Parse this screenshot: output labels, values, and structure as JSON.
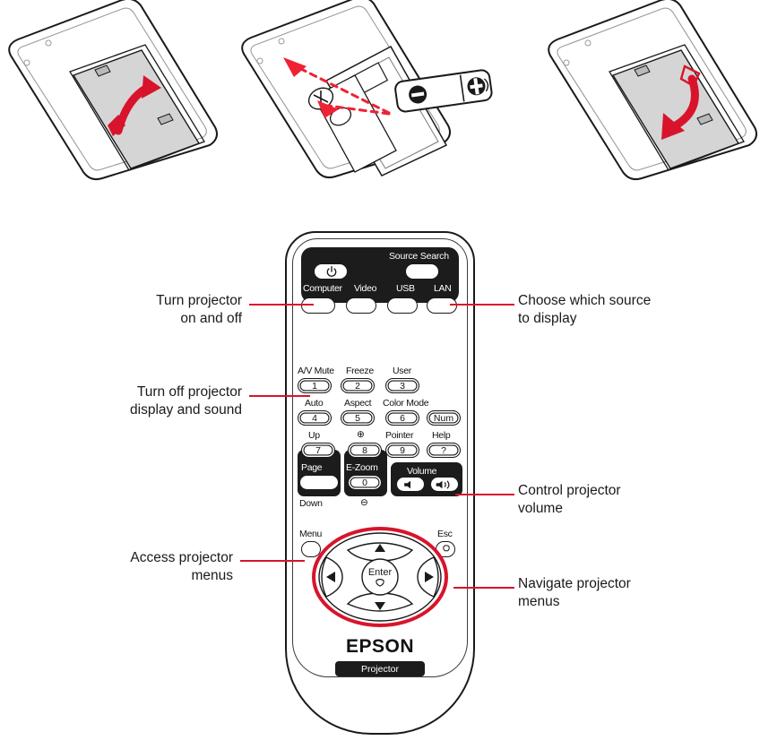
{
  "illustration": {
    "title": "Epson projector remote control with battery installation steps",
    "accent_color": "#d8142c",
    "line_color": "#1a1a1a",
    "panel_color": "#1c1c1c"
  },
  "battery_steps": [
    {
      "id": "step-open-cover",
      "caption": "",
      "action": "open battery cover",
      "arrow": "curved-up"
    },
    {
      "id": "step-insert-batteries",
      "caption": "",
      "action": "insert batteries observing polarity",
      "arrow": "dashed-diagonal",
      "polarity": [
        "+",
        "−"
      ]
    },
    {
      "id": "step-close-cover",
      "caption": "",
      "action": "close battery cover",
      "arrow": "curved-down"
    }
  ],
  "remote": {
    "brand": "EPSON",
    "product_label": "Projector",
    "top_panel": {
      "source_search_label": "Source Search",
      "power_icon": "power-icon",
      "source_buttons": [
        {
          "label": "Computer"
        },
        {
          "label": "Video"
        },
        {
          "label": "USB"
        },
        {
          "label": "LAN"
        }
      ]
    },
    "keypad": {
      "row1": [
        {
          "label": "A/V Mute",
          "key": "1"
        },
        {
          "label": "Freeze",
          "key": "2"
        },
        {
          "label": "User",
          "key": "3"
        }
      ],
      "row2": [
        {
          "label": "Auto",
          "key": "4"
        },
        {
          "label": "Aspect",
          "key": "5"
        },
        {
          "label": "Color Mode",
          "key": "6"
        },
        {
          "label": "",
          "key": "Num"
        }
      ],
      "row3": [
        {
          "label": "Up",
          "key": "7"
        },
        {
          "label": "⊕",
          "key": "8"
        },
        {
          "label": "Pointer",
          "key": "9"
        },
        {
          "label": "Help",
          "key": "?"
        }
      ],
      "row4": [
        {
          "label": "Page",
          "key": ""
        },
        {
          "label": "E-Zoom",
          "key": "0"
        }
      ],
      "row5": [
        {
          "label": "Down",
          "key": ""
        },
        {
          "label": "⊖",
          "key": ""
        }
      ],
      "volume": {
        "label": "Volume",
        "down_icon": "volume-down-icon",
        "up_icon": "volume-up-icon"
      }
    },
    "navigation": {
      "menu_label": "Menu",
      "esc_label": "Esc",
      "enter_label": "Enter",
      "up_icon": "arrow-up-icon",
      "down_icon": "arrow-down-icon",
      "left_icon": "arrow-left-icon",
      "right_icon": "arrow-right-icon"
    }
  },
  "callouts": [
    {
      "id": "callout-power",
      "side": "left",
      "text": "Turn projector\non and off"
    },
    {
      "id": "callout-source",
      "side": "right",
      "text": "Choose which source\nto display"
    },
    {
      "id": "callout-av-mute",
      "side": "left",
      "text": "Turn off projector\ndisplay and sound"
    },
    {
      "id": "callout-volume",
      "side": "right",
      "text": "Control projector\nvolume"
    },
    {
      "id": "callout-menu",
      "side": "left",
      "text": "Access projector\nmenus"
    },
    {
      "id": "callout-navigate",
      "side": "right",
      "text": "Navigate projector\nmenus"
    }
  ]
}
